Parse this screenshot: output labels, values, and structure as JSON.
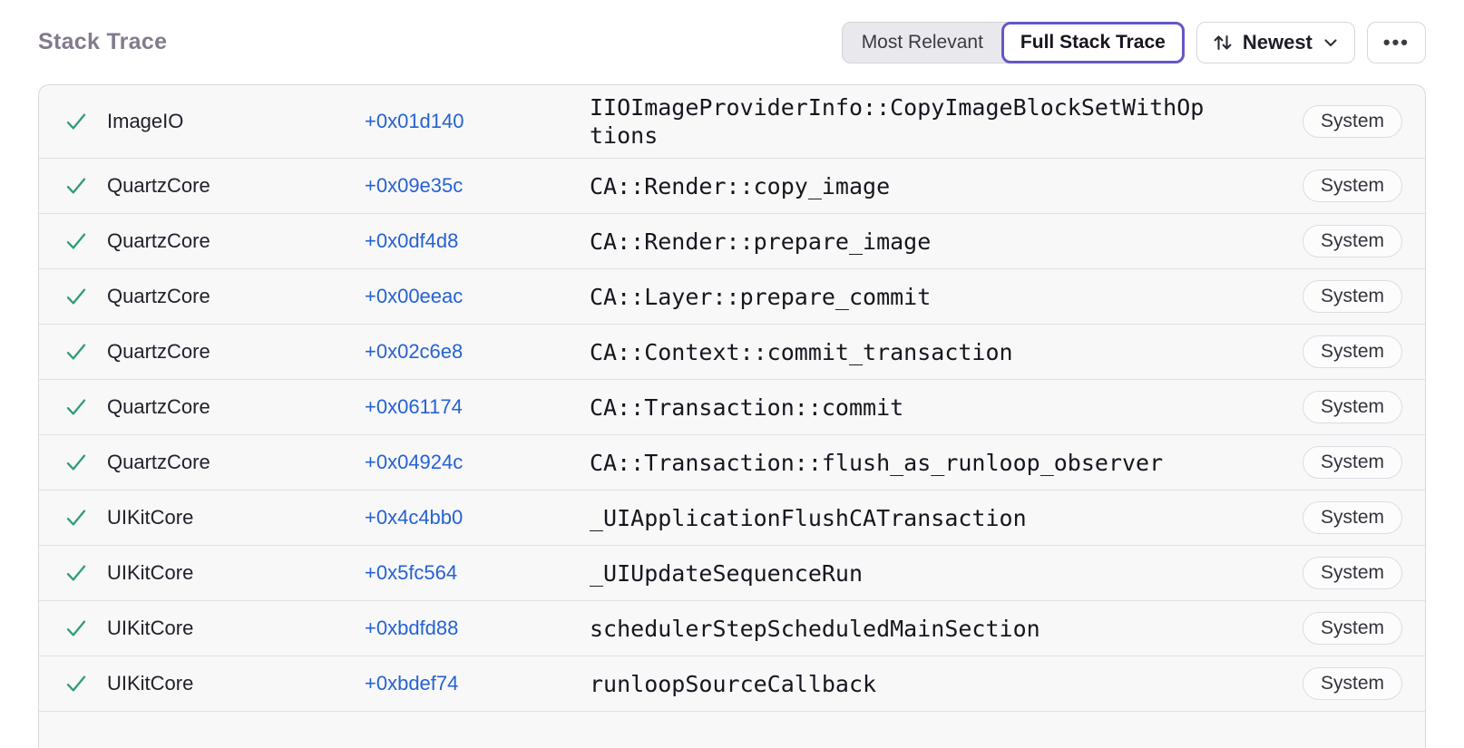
{
  "colors": {
    "accent": "#6358C6",
    "link": "#2562D4",
    "success": "#2F9E70",
    "title": "#837B8D"
  },
  "header": {
    "title": "Stack Trace",
    "view_toggle": [
      {
        "label": "Most Relevant",
        "active": false
      },
      {
        "label": "Full Stack Trace",
        "active": true
      }
    ],
    "sort_button": {
      "label": "Newest"
    },
    "more_button": {
      "glyph": "•••"
    }
  },
  "stack": {
    "frames": [
      {
        "module": "ImageIO",
        "address": "+0x01d140",
        "function": "IIOImageProviderInfo::CopyImageBlockSetWithOptions",
        "badge": "System"
      },
      {
        "module": "QuartzCore",
        "address": "+0x09e35c",
        "function": "CA::Render::copy_image",
        "badge": "System"
      },
      {
        "module": "QuartzCore",
        "address": "+0x0df4d8",
        "function": "CA::Render::prepare_image",
        "badge": "System"
      },
      {
        "module": "QuartzCore",
        "address": "+0x00eeac",
        "function": "CA::Layer::prepare_commit",
        "badge": "System"
      },
      {
        "module": "QuartzCore",
        "address": "+0x02c6e8",
        "function": "CA::Context::commit_transaction",
        "badge": "System"
      },
      {
        "module": "QuartzCore",
        "address": "+0x061174",
        "function": "CA::Transaction::commit",
        "badge": "System"
      },
      {
        "module": "QuartzCore",
        "address": "+0x04924c",
        "function": "CA::Transaction::flush_as_runloop_observer",
        "badge": "System"
      },
      {
        "module": "UIKitCore",
        "address": "+0x4c4bb0",
        "function": "_UIApplicationFlushCATransaction",
        "badge": "System"
      },
      {
        "module": "UIKitCore",
        "address": "+0x5fc564",
        "function": "_UIUpdateSequenceRun",
        "badge": "System"
      },
      {
        "module": "UIKitCore",
        "address": "+0xbdfd88",
        "function": "schedulerStepScheduledMainSection",
        "badge": "System"
      },
      {
        "module": "UIKitCore",
        "address": "+0xbdef74",
        "function": "runloopSourceCallback",
        "badge": "System"
      }
    ]
  }
}
